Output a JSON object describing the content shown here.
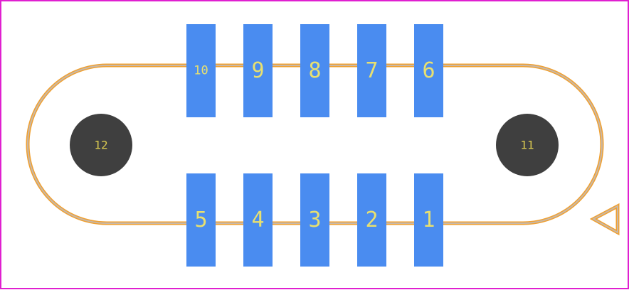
{
  "footprint": {
    "colors": {
      "border": "#e020d0",
      "outline": "#f0a030",
      "outline_inner": "#c8b8a8",
      "pad": "#4a8cf0",
      "hole": "#3f3f3f",
      "pad_text": "#e8e070",
      "hole_text": "#d8c850"
    },
    "top_pads": [
      {
        "id": "10",
        "label": "10"
      },
      {
        "id": "9",
        "label": "9"
      },
      {
        "id": "8",
        "label": "8"
      },
      {
        "id": "7",
        "label": "7"
      },
      {
        "id": "6",
        "label": "6"
      }
    ],
    "bottom_pads": [
      {
        "id": "5",
        "label": "5"
      },
      {
        "id": "4",
        "label": "4"
      },
      {
        "id": "3",
        "label": "3"
      },
      {
        "id": "2",
        "label": "2"
      },
      {
        "id": "1",
        "label": "1"
      }
    ],
    "holes": [
      {
        "id": "12",
        "label": "12"
      },
      {
        "id": "11",
        "label": "11"
      }
    ],
    "pin1_marker": "triangle"
  }
}
